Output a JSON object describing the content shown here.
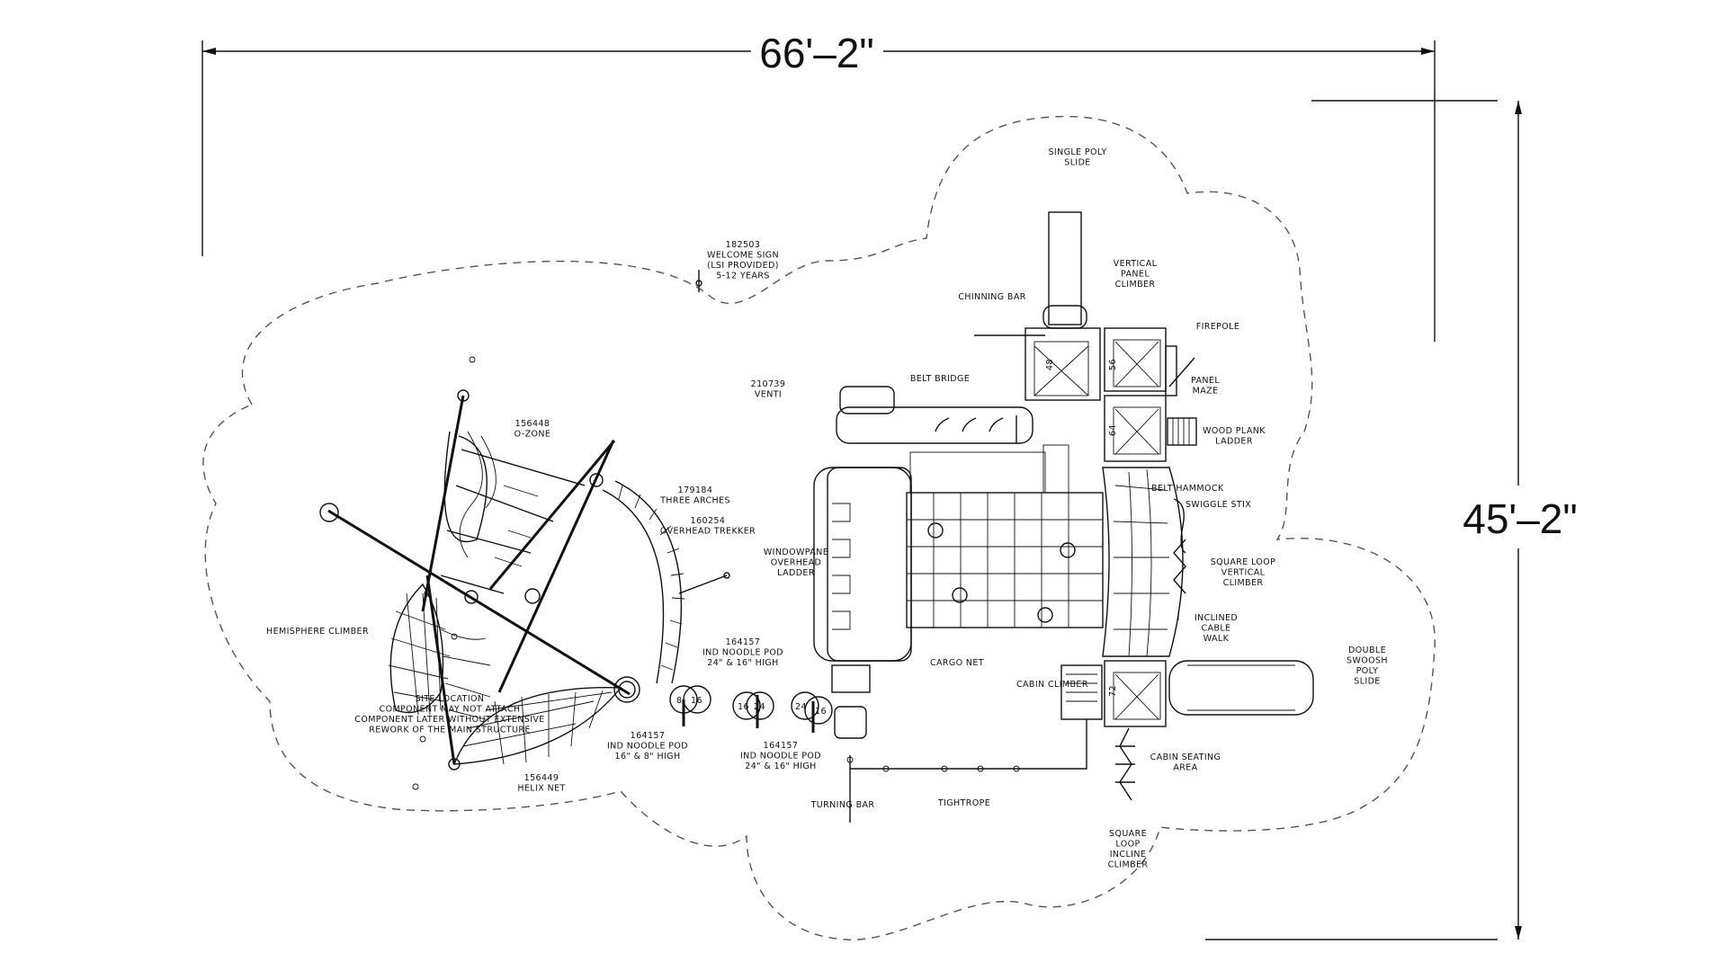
{
  "dimensions": {
    "width": "66'–2\"",
    "height": "45'–2\""
  },
  "labels": {
    "single_poly_slide": [
      "SINGLE POLY",
      "SLIDE"
    ],
    "welcome_sign": [
      "182503",
      "WELCOME SIGN",
      "(LSI PROVIDED)",
      "5-12 YEARS"
    ],
    "chinning_bar": [
      "CHINNING BAR"
    ],
    "vertical_panel_climber": [
      "VERTICAL",
      "PANEL",
      "CLIMBER"
    ],
    "firepole": [
      "FIREPOLE"
    ],
    "panel_maze": [
      "PANEL",
      "MAZE"
    ],
    "venti": [
      "210739",
      "VENTI"
    ],
    "belt_bridge": [
      "BELT BRIDGE"
    ],
    "wood_plank_ladder": [
      "WOOD PLANK",
      "LADDER"
    ],
    "o_zone": [
      "156448",
      "O-ZONE"
    ],
    "three_arches": [
      "179184",
      "THREE ARCHES"
    ],
    "overhead_trekker": [
      "160254",
      "OVERHEAD TREKKER"
    ],
    "belt_hammock": [
      "BELT HAMMOCK"
    ],
    "swiggle_stix": [
      "SWIGGLE STIX"
    ],
    "windowpane_ladder": [
      "WINDOWPANE",
      "OVERHEAD",
      "LADDER"
    ],
    "square_loop_vertical_climber": [
      "SQUARE LOOP",
      "VERTICAL",
      "CLIMBER"
    ],
    "inclined_cable_walk": [
      "INCLINED",
      "CABLE",
      "WALK"
    ],
    "hemisphere_climber": [
      "HEMISPHERE CLIMBER"
    ],
    "noodle_pod_top": [
      "164157",
      "IND NOODLE POD",
      "24\" & 16\" HIGH"
    ],
    "double_swoosh_poly_slide": [
      "DOUBLE",
      "SWOOSH",
      "POLY",
      "SLIDE"
    ],
    "cargo_net": [
      "CARGO NET"
    ],
    "cabin_climber": [
      "CABIN CLIMBER"
    ],
    "site_note": [
      "SITE LOCATION",
      "COMPONENT MAY NOT ATTACH",
      "COMPONENT LATER WITHOUT EXTENSIVE",
      "REWORK OF THE MAIN STRUCTURE"
    ],
    "noodle_pod_left": [
      "164157",
      "IND NOODLE POD",
      "16\" & 8\" HIGH"
    ],
    "noodle_pod_right": [
      "164157",
      "IND NOODLE POD",
      "24\" & 16\" HIGH"
    ],
    "cabin_seating_area": [
      "CABIN SEATING",
      "AREA"
    ],
    "helix_net": [
      "156449",
      "HELIX NET"
    ],
    "turning_bar": [
      "TURNING BAR"
    ],
    "tightrope": [
      "TIGHTROPE"
    ],
    "square_loop_incline_climber": [
      "SQUARE",
      "LOOP",
      "INCLINE",
      "CLIMBER"
    ]
  },
  "pod_numbers": {
    "pod1_a": "8",
    "pod1_b": "16",
    "pod2_a": "16",
    "pod2_b": "24",
    "pod3_a": "24",
    "pod3_b": "16"
  },
  "deck_heights": {
    "d1": "48",
    "d2": "56",
    "d3": "64",
    "d4": "72"
  }
}
